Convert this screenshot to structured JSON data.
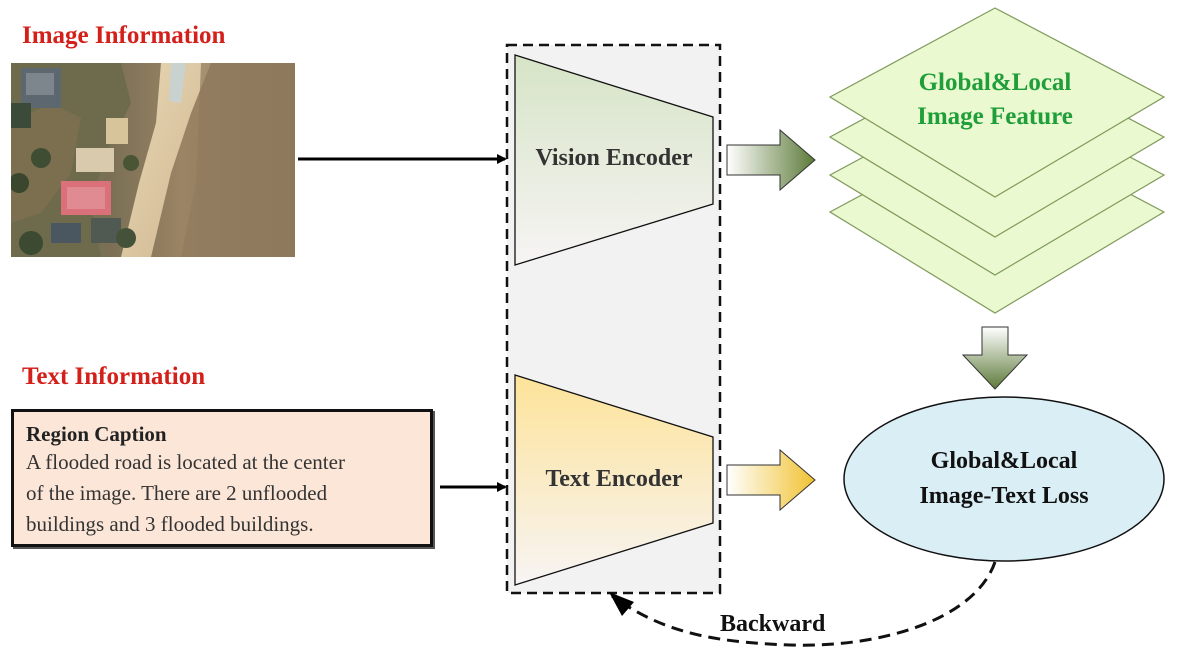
{
  "image_section": {
    "label": "Image Information"
  },
  "text_section": {
    "label": "Text Information",
    "caption_title": "Region Caption",
    "caption_lines": [
      "A flooded road is located at the center",
      "of the image. There are 2 unflooded",
      "buildings and 3 flooded buildings."
    ]
  },
  "encoders": {
    "vision": "Vision Encoder",
    "text": "Text Encoder"
  },
  "feature": {
    "line1": "Global&Local",
    "line2": "Image Feature"
  },
  "loss": {
    "line1": "Global&Local",
    "line2": "Image-Text Loss"
  },
  "backward": "Backward",
  "colors": {
    "label_red": "#d4201a",
    "feature_green": "#1f9e3a",
    "layer_fill": "#eaf9cf",
    "loss_fill": "#daeef5",
    "caption_fill": "#fbe6d8",
    "arrow_green": "#5d7a39",
    "arrow_yellow": "#f1c232"
  }
}
